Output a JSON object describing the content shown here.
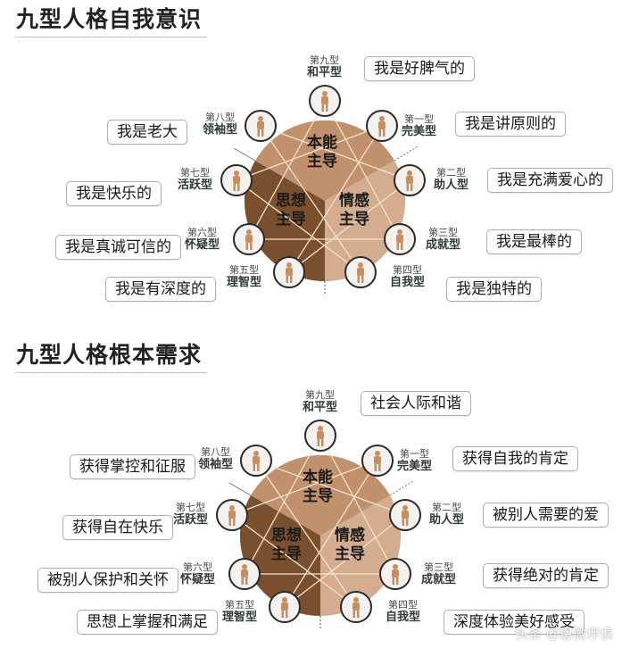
{
  "colors": {
    "instinct_sector": "#c1906c",
    "thinking_sector": "#7a4f2e",
    "feeling_sector": "#d4ac90",
    "enneagram_lines": "#f3e2cc",
    "node_fill": "#f4f1ee",
    "node_ring": "#2a2a2a",
    "figure": "#c58f62",
    "box_border": "#b8aca0"
  },
  "centers": {
    "instinct": "本能\n主导",
    "instinct_l1": "本能",
    "instinct_l2": "主导",
    "thinking_l1": "思想",
    "thinking_l2": "主导",
    "feeling_l1": "情感",
    "feeling_l2": "主导"
  },
  "types": [
    {
      "id": 1,
      "num": "第一型",
      "name": "完美型"
    },
    {
      "id": 2,
      "num": "第二型",
      "name": "助人型"
    },
    {
      "id": 3,
      "num": "第三型",
      "name": "成就型"
    },
    {
      "id": 4,
      "num": "第四型",
      "name": "自我型"
    },
    {
      "id": 5,
      "num": "第五型",
      "name": "理智型"
    },
    {
      "id": 6,
      "num": "第六型",
      "name": "怀疑型"
    },
    {
      "id": 7,
      "num": "第七型",
      "name": "活跃型"
    },
    {
      "id": 8,
      "num": "第八型",
      "name": "领袖型"
    },
    {
      "id": 9,
      "num": "第九型",
      "name": "和平型"
    }
  ],
  "section1": {
    "title": "九型人格自我意识",
    "descriptions": {
      "t1": "我是讲原则的",
      "t2": "我是充满爱心的",
      "t3": "我是最棒的",
      "t4": "我是独特的",
      "t5": "我是有深度的",
      "t6": "我是真诚可信的",
      "t7": "我是快乐的",
      "t8": "我是老大",
      "t9": "我是好脾气的"
    }
  },
  "section2": {
    "title": "九型人格根本需求",
    "descriptions": {
      "t1": "获得自我的肯定",
      "t2": "被别人需要的爱",
      "t3": "获得绝对的肯定",
      "t4": "深度体验美好感受",
      "t5": "思想上掌握和满足",
      "t6": "被别人保护和关怀",
      "t7": "获得自在快乐",
      "t8": "获得掌控和征服",
      "t9": "社会人际和谐"
    }
  },
  "watermark": "头条 @恩微伴读"
}
